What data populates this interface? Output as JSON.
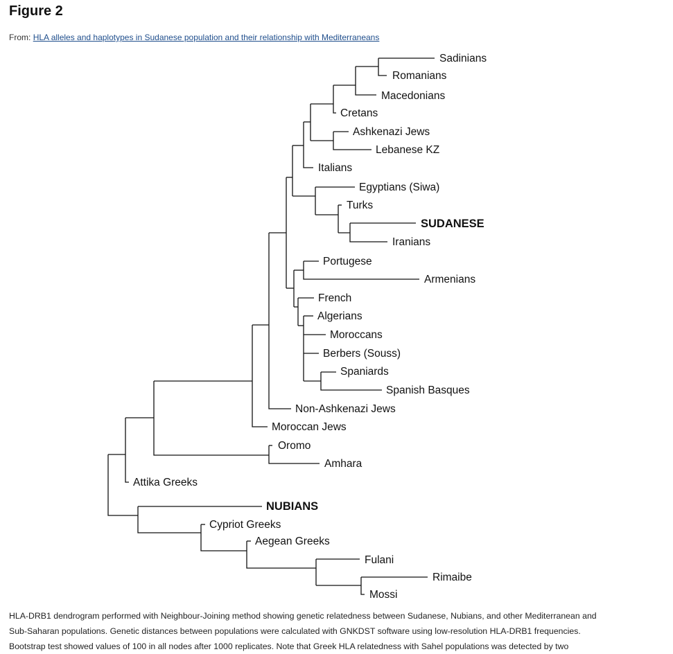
{
  "figure": {
    "title": "Figure 2",
    "from_prefix": "From:",
    "source_link": "HLA alleles and haplotypes in Sudanese population and their relationship with Mediterraneans"
  },
  "leaves": {
    "sadinians": "Sadinians",
    "romanians": "Romanians",
    "macedonians": "Macedonians",
    "cretans": "Cretans",
    "ashkenazi_jews": "Ashkenazi Jews",
    "lebanese_kz": "Lebanese KZ",
    "italians": "Italians",
    "egyptians_siwa": "Egyptians (Siwa)",
    "turks": "Turks",
    "sudanese": "SUDANESE",
    "iranians": "Iranians",
    "portugese": "Portugese",
    "armenians": "Armenians",
    "french": "French",
    "algerians": "Algerians",
    "moroccans": "Moroccans",
    "berbers_souss": "Berbers (Souss)",
    "spaniards": "Spaniards",
    "spanish_basques": "Spanish Basques",
    "non_ashkenazi_jews": "Non-Ashkenazi Jews",
    "moroccan_jews": "Moroccan Jews",
    "oromo": "Oromo",
    "amhara": "Amhara",
    "attika_greeks": "Attika Greeks",
    "nubians": "NUBIANS",
    "cypriot_greeks": "Cypriot Greeks",
    "aegean_greeks": "Aegean Greeks",
    "fulani": "Fulani",
    "rimaibe": "Rimaibe",
    "mossi": "Mossi"
  },
  "caption": {
    "line1": "HLA-DRB1 dendrogram performed with Neighbour-Joining method showing genetic relatedness between Sudanese, Nubians, and other Mediterranean and",
    "line2": "Sub-Saharan populations. Genetic distances between populations were calculated with GNKDST software using low-resolution HLA-DRB1 frequencies.",
    "line3": "Bootstrap test showed values of 100 in all nodes after 1000 replicates. Note that Greek HLA relatedness with Sahel populations was detected by two"
  },
  "colors": {
    "link": "#1f4e8c",
    "line": "#111111"
  }
}
